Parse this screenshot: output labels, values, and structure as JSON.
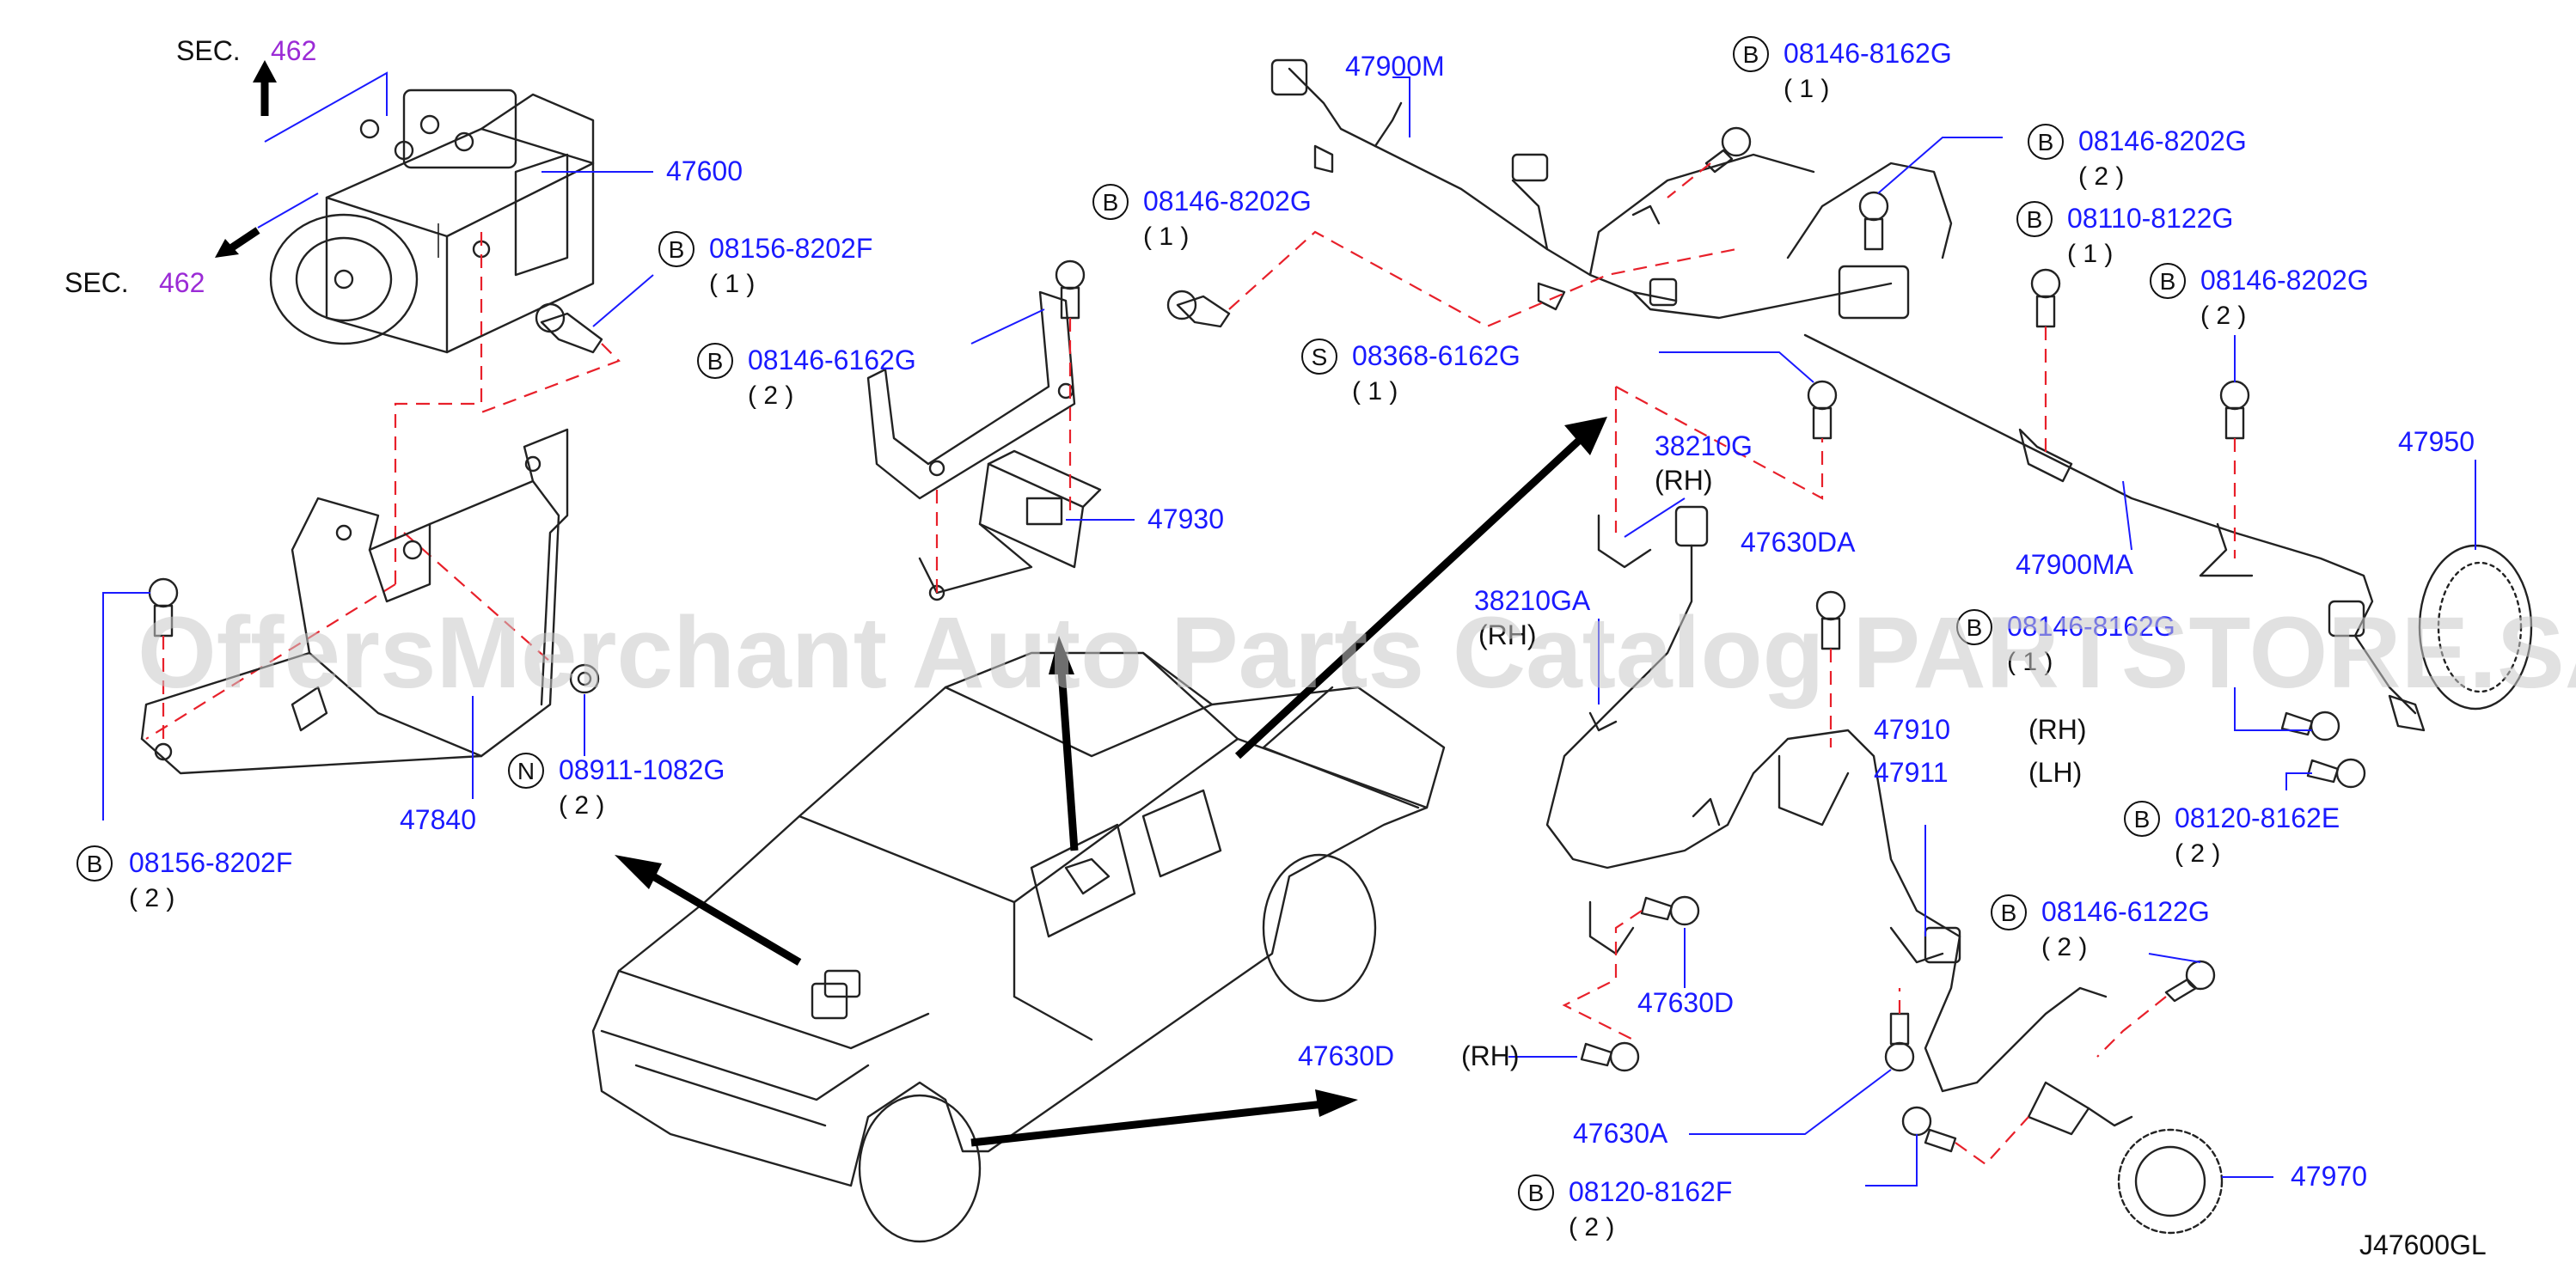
{
  "watermark": "OffersMerchant Auto Parts Catalog PARTSTORE.SA",
  "diagram_code": "J47600GL",
  "sec_label": "SEC.",
  "sec_number": "462",
  "parts": {
    "p47600": "47600",
    "p47840": "47840",
    "p47930": "47930",
    "p47900M": "47900M",
    "p47900MA": "47900MA",
    "p47950": "47950",
    "p47910": "47910",
    "p47911": "47911",
    "p47970": "47970",
    "p38210G": "38210G",
    "p38210GA": "38210GA",
    "p47630DA": "47630DA",
    "p47630D_a": "47630D",
    "p47630D_b": "47630D",
    "p47630A": "47630A",
    "rh": "(RH)",
    "lh": "(LH)"
  },
  "bolts": {
    "b1": {
      "prefix": "B",
      "code": "08156-8202F",
      "qty": "( 1 )"
    },
    "b2": {
      "prefix": "B",
      "code": "08156-8202F",
      "qty": "( 2 )"
    },
    "b3": {
      "prefix": "B",
      "code": "08146-6162G",
      "qty": "( 2 )"
    },
    "b4": {
      "prefix": "B",
      "code": "08146-8202G",
      "qty": "( 1 )"
    },
    "b5": {
      "prefix": "B",
      "code": "08146-8162G",
      "qty": "( 1 )"
    },
    "b6": {
      "prefix": "B",
      "code": "08146-8202G",
      "qty": "( 2 )"
    },
    "b7": {
      "prefix": "B",
      "code": "08110-8122G",
      "qty": "( 1 )"
    },
    "b8": {
      "prefix": "B",
      "code": "08146-8202G",
      "qty": "( 2 )"
    },
    "b9": {
      "prefix": "B",
      "code": "08146-8162G",
      "qty": "( 1 )"
    },
    "b10": {
      "prefix": "B",
      "code": "08120-8162E",
      "qty": "( 2 )"
    },
    "b11": {
      "prefix": "B",
      "code": "08146-6122G",
      "qty": "( 2 )"
    },
    "b12": {
      "prefix": "B",
      "code": "08120-8162F",
      "qty": "( 2 )"
    },
    "s1": {
      "prefix": "S",
      "code": "08368-6162G",
      "qty": "( 1 )"
    },
    "n1": {
      "prefix": "N",
      "code": "08911-1082G",
      "qty": "( 2 )"
    }
  }
}
